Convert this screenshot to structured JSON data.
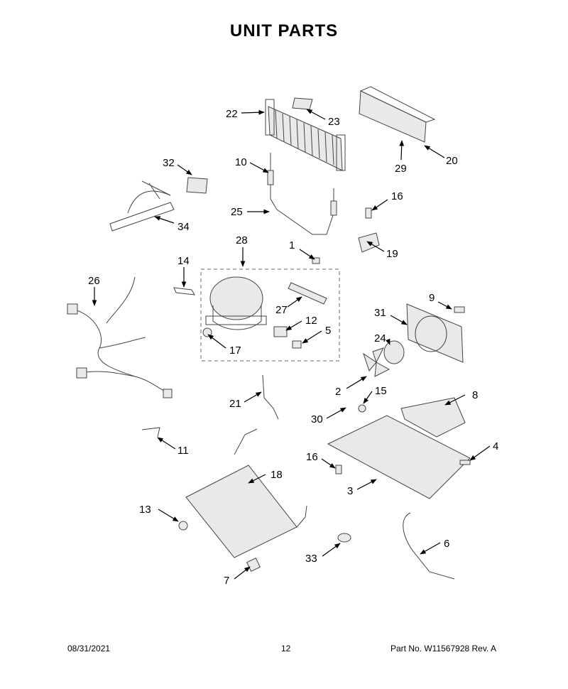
{
  "title": "UNIT  PARTS",
  "footer": {
    "date": "08/31/2021",
    "page": "12",
    "part_no": "Part No.  W11567928  Rev.  A"
  },
  "callouts": [
    "22",
    "23",
    "20",
    "29",
    "32",
    "10",
    "25",
    "34",
    "16",
    "19",
    "28",
    "1",
    "14",
    "26",
    "27",
    "12",
    "5",
    "17",
    "9",
    "31",
    "24",
    "2",
    "15",
    "8",
    "21",
    "30",
    "11",
    "4",
    "16",
    "3",
    "18",
    "13",
    "33",
    "6",
    "7"
  ]
}
